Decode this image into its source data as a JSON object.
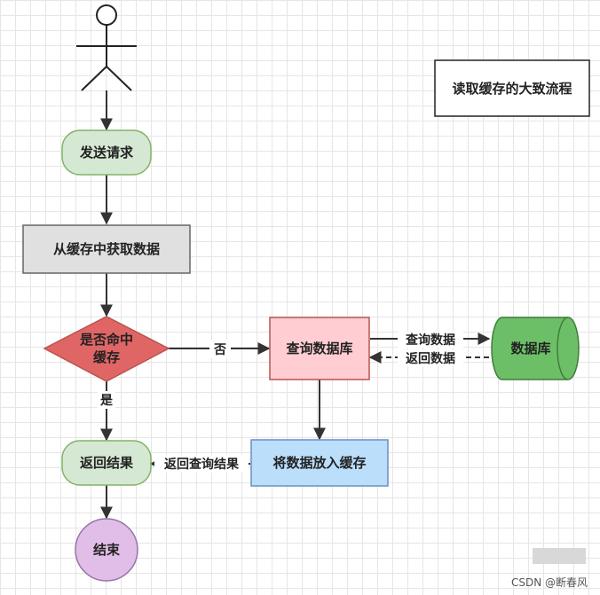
{
  "title": "读取缓存的大致流程",
  "nodes": {
    "send_request": "发送请求",
    "get_from_cache": "从缓存中获取数据",
    "cache_hit_line1": "是否命中",
    "cache_hit_line2": "缓存",
    "query_db": "查询数据库",
    "database": "数据库",
    "put_cache": "将数据放入缓存",
    "return_result": "返回结果",
    "end": "结束"
  },
  "edges": {
    "no": "否",
    "yes": "是",
    "query_data": "查询数据",
    "return_data": "返回数据",
    "return_query_result": "返回查询结果"
  },
  "watermark": "CSDN @断春风",
  "colors": {
    "green_fill": "#d5e8d4",
    "green_stroke": "#82b366",
    "gray_fill": "#e0e0e0",
    "gray_stroke": "#666666",
    "red_fill": "#e06666",
    "red_stroke": "#b85450",
    "pink_fill": "#ffcdd2",
    "pink_stroke": "#b85450",
    "db_fill": "#6dbf67",
    "db_stroke": "#3f7d3a",
    "blue_fill": "#bbdefb",
    "blue_stroke": "#6c8ebf",
    "purple_fill": "#e1bee7",
    "purple_stroke": "#9673a6"
  }
}
